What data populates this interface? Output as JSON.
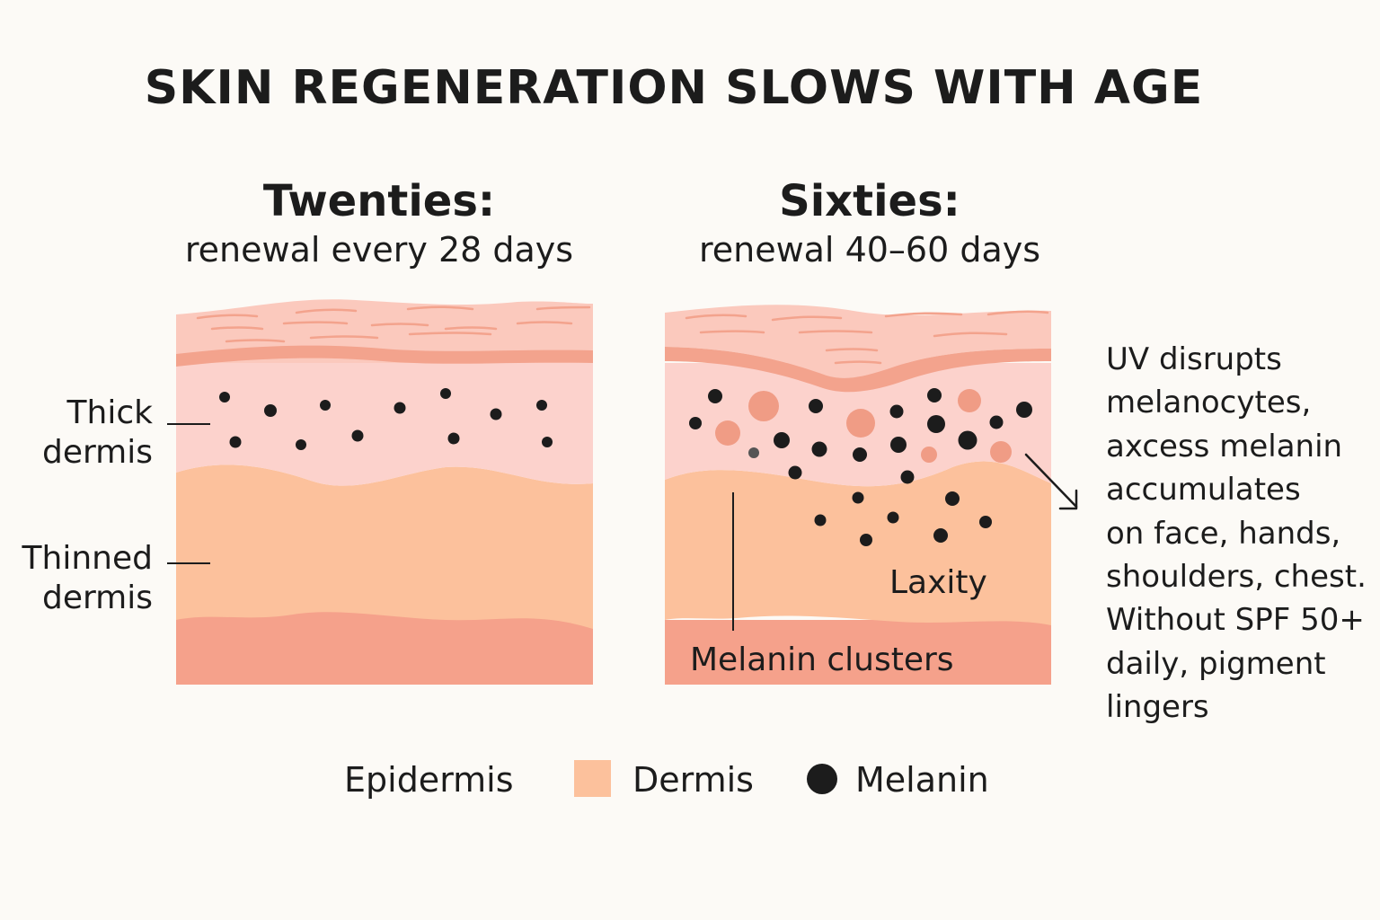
{
  "title": "SKIN REGENERATION SLOWS WITH AGE",
  "panels": {
    "young": {
      "age": "Twenties:",
      "renewal": "renewal every 28 days",
      "labels": {
        "thick_dermis": [
          "Thick",
          "dermis"
        ],
        "thinned_dermis": [
          "Thinned",
          "dermis"
        ]
      }
    },
    "old": {
      "age": "Sixties:",
      "renewal": "renewal 40–60 days",
      "labels": {
        "laxity": "Laxity",
        "melanin_clusters": "Melanin clusters"
      }
    }
  },
  "uv_note": [
    "UV disrupts",
    "melanocytes,",
    "axcess melanin",
    "accumulates",
    "on face, hands,",
    "shoulders, chest.",
    "Without SPF 50+",
    "daily, pigment",
    "lingers"
  ],
  "legend": {
    "epidermis": "Epidermis",
    "dermis": "Dermis",
    "melanin": "Melanin"
  },
  "colors": {
    "background": "#fcfaf6",
    "epidermis_top": "#fbc9bd",
    "epidermis_band": "#f3a38d",
    "upper_dermis": "#fcd2cc",
    "dermis": "#fcc19c",
    "deep_layer": "#f5a18b",
    "melanin": "#1c1c1c",
    "pigment_spot": "#f09c85"
  }
}
